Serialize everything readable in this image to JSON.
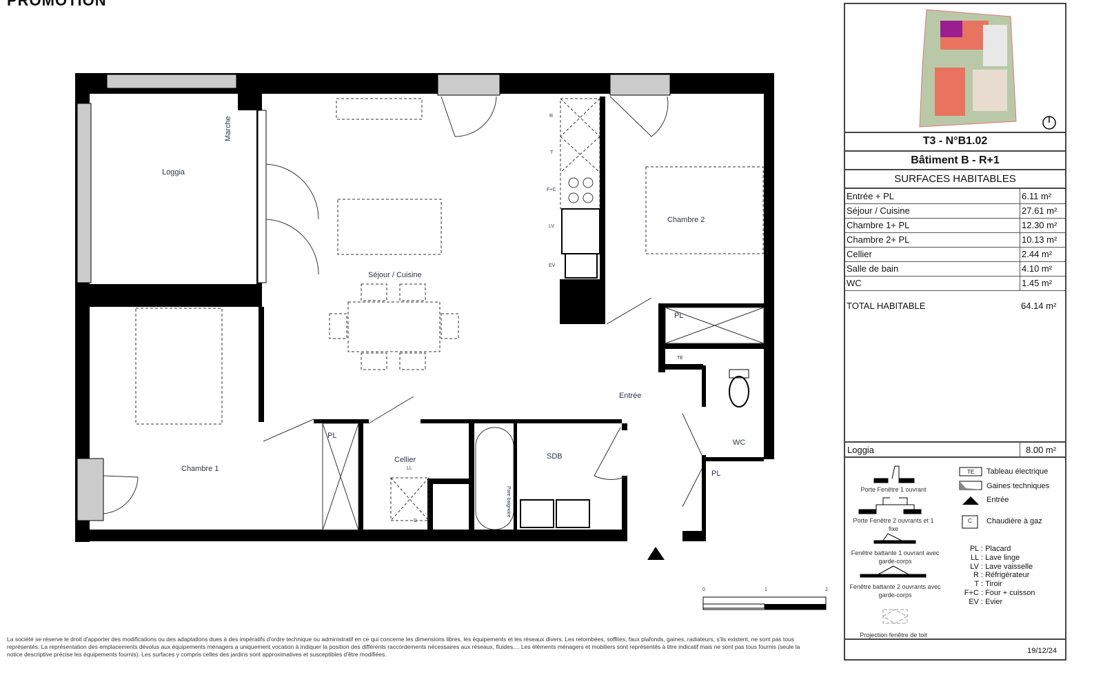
{
  "header": {
    "promotion": "PROMOTION"
  },
  "plan": {
    "rooms": {
      "loggia": "Loggia",
      "marche": "Marche",
      "sejour": "Séjour / Cuisine",
      "chambre2": "Chambre 2",
      "entree": "Entrée",
      "chambre1": "Chambre 1",
      "cellier": "Cellier",
      "ll": "LL",
      "sdb": "SDB",
      "wc": "WC",
      "pl": "PL",
      "te": "TE",
      "c": "C",
      "pare_baignoire": "Pare baignoire"
    },
    "kitchen": [
      "R",
      "T",
      "F+C",
      "LV",
      "EV"
    ],
    "scale": [
      "0",
      "1",
      "2"
    ]
  },
  "panel": {
    "lot": "T3 - N°B1.02",
    "building": "Bâtiment B - R+1",
    "surfaces_title": "SURFACES HABITABLES",
    "surfaces": [
      {
        "name": "Entrée + PL",
        "value": "6.11 m²"
      },
      {
        "name": "Séjour / Cuisine",
        "value": "27.61 m²"
      },
      {
        "name": "Chambre 1+ PL",
        "value": "12.30 m²"
      },
      {
        "name": "Chambre 2+ PL",
        "value": "10.13 m²"
      },
      {
        "name": "Cellier",
        "value": "2.44 m²"
      },
      {
        "name": "Salle de bain",
        "value": "4.10 m²"
      },
      {
        "name": "WC",
        "value": "1.45 m²"
      }
    ],
    "total": {
      "name": "TOTAL HABITABLE",
      "value": "64.14 m²"
    },
    "loggia": {
      "name": "Loggia",
      "value": "8.00 m²"
    },
    "legend_symbols": [
      "Porte Fenêtre 1 ouvrant",
      "Porte Fenêtre 2 ouvrants et 1 fixe",
      "Fenêtre battante 1 ouvrant avec garde-corps",
      "Fenêtre battante 2 ouvrants avec garde-corps",
      "Projection fenêtre de toit"
    ],
    "legend_items": [
      {
        "code": "TE",
        "label": "Tableau électrique"
      },
      {
        "code": "",
        "label": "Gaines techniques"
      },
      {
        "code": "",
        "label": "Entrée"
      },
      {
        "code": "C",
        "label": "Chaudière à gaz"
      }
    ],
    "abbreviations": [
      {
        "k": "PL :",
        "v": "Placard"
      },
      {
        "k": "LL :",
        "v": "Lave linge"
      },
      {
        "k": "LV :",
        "v": "Lave vaisselle"
      },
      {
        "k": "R :",
        "v": "Réfrigérateur"
      },
      {
        "k": "T :",
        "v": "Tiroir"
      },
      {
        "k": "F+C :",
        "v": "Four + cuisson"
      },
      {
        "k": "EV :",
        "v": "Evier"
      }
    ],
    "date": "19/12/24"
  },
  "footer": {
    "disclaimer": "La société se réserve le droit d'apporter des modifications ou des adaptations dues à des impératifs d'ordre technique ou administratif en ce qui concerne les dimensions libres, les équipements et les réseaux divers. Les retombées, soffites, faux plafonds, gaines, radiateurs, s'ils existent, ne sont pas tous représentés. La représentation des emplacements dévolus aux équipements ménagers a uniquement vocation à indiquer la position des différents raccordements nécessaires aux réseaux, fluides.... Les éléments ménagers et mobiliers sont représentés à titre indicatif mais ne sont pas tous fournis (seule la notice descriptive précise les équipements fournis). Les surfaces y compris celles des jardins sont approximatives et susceptibles d'être modifiées."
  },
  "colors": {
    "wall": "#000000",
    "window": "#c8c8c8",
    "site_building": "#e8735f",
    "site_lot": "#9b1d8f",
    "site_green": "#b9c9a8"
  }
}
